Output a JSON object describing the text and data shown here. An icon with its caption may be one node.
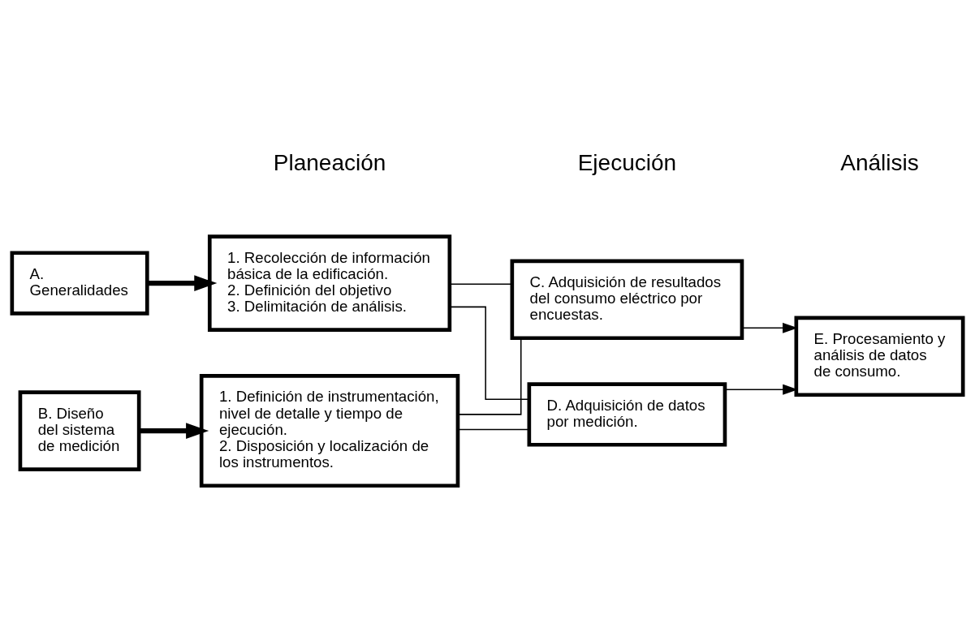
{
  "diagram": {
    "nodes": [
      {
        "text": [
          "A. Generalidades"
        ]
      },
      {
        "text": [
          "1. Recolección de información básica de la edificación.",
          "2. Definición del objetivo",
          "3. Delimitación de análisis."
        ]
      },
      {
        "text": [
          "B. Diseño del sistema de medición"
        ]
      },
      {
        "text": [
          "1. Definición de instrumentación, nivel de detalle y tiempo de ejecución.",
          "2. Disposición y localización de los instrumentos."
        ]
      },
      {
        "text": [
          "C. Adquisición de resultados del consumo eléctrico por encuestas."
        ]
      },
      {
        "text": [
          "D. Adquisición de datos por medición."
        ]
      },
      {
        "text": [
          "E. Procesamiento y análisis de datos de consumo."
        ]
      }
    ],
    "edges": [
      {
        "from": 0,
        "to": 1,
        "arrow": "to",
        "style": "thick"
      },
      {
        "from": 2,
        "to": 3,
        "arrow": "to",
        "style": "thick"
      },
      {
        "from": 1,
        "to": 4,
        "arrow": "none"
      },
      {
        "from": 1,
        "to": 5,
        "arrow": "none"
      },
      {
        "from": 3,
        "to": 4,
        "arrow": "none"
      },
      {
        "from": 3,
        "to": 5,
        "arrow": "none"
      },
      {
        "from": 4,
        "to": 6,
        "arrow": "to"
      },
      {
        "from": 5,
        "to": 6,
        "arrow": "to"
      }
    ],
    "labels": [
      "Planeación",
      "Ejecución",
      "Análisis"
    ]
  }
}
